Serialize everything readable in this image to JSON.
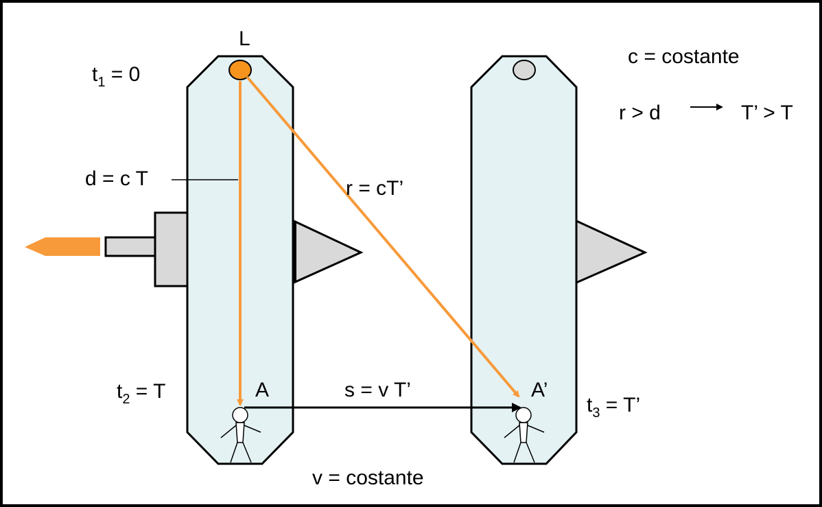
{
  "colors": {
    "capsule_fill": "#e4f2f4",
    "outline": "#000000",
    "light_ray": "#f79a3a",
    "lamp_on": "#f7941d",
    "lamp_off": "#d9d9d9",
    "engine_gray": "#d9d9d9",
    "exhaust": "#f79a3a",
    "arrow": "#000000"
  },
  "labels": {
    "lamp": "L",
    "t1_main": "t",
    "t1_sub": "1",
    "t1_rest": " = 0",
    "t2_main": "t",
    "t2_sub": "2",
    "t2_rest": " = T",
    "t3_main": "t",
    "t3_sub": "3",
    "t3_rest": " = T’",
    "d_eq": "d = c T",
    "r_eq": "r = cT’",
    "s_eq": "s = v T’",
    "v_const": "v = costante",
    "c_const": "c = costante",
    "r_gt_d": "r > d",
    "T_gt": "T’ > T",
    "point_A": "A",
    "point_A2": "A’"
  }
}
